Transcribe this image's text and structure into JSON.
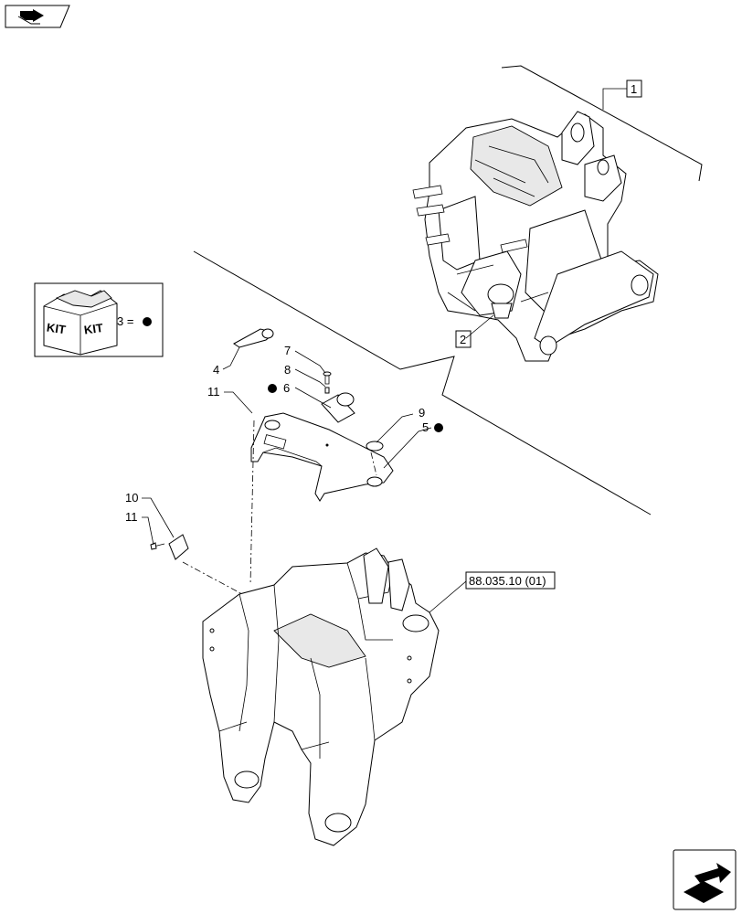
{
  "diagram": {
    "callouts": {
      "c1": "1",
      "c2": "2",
      "c3": "3 =",
      "c4": "4",
      "c5": "5",
      "c6": "6",
      "c7": "7",
      "c8": "8",
      "c9": "9",
      "c10": "10",
      "c11a": "11",
      "c11b": "11",
      "ref": "88.035.10 (01)"
    },
    "kit": {
      "label_left": "KIT",
      "label_right": "KIT"
    }
  },
  "icons": {
    "top_left": "previous-page-icon",
    "bottom_right": "next-page-icon",
    "bullet": "filled-circle-marker"
  }
}
